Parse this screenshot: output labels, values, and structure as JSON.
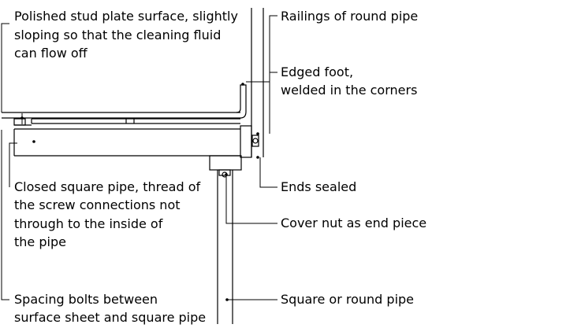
{
  "labels": {
    "stud_plate": [
      "Polished stud plate surface, slightly",
      "sloping so that the cleaning fluid",
      "can flow off"
    ],
    "railings": [
      "Railings of round pipe"
    ],
    "edged_foot": [
      "Edged foot,",
      "welded in the corners"
    ],
    "square_pipe_closed": [
      "Closed square pipe, thread of",
      "the screw connections not",
      "through to the inside of",
      "the pipe"
    ],
    "ends_sealed": [
      "Ends sealed"
    ],
    "cover_nut": [
      "Cover nut as end piece"
    ],
    "square_round_pipe": [
      "Square or round pipe"
    ],
    "spacing_bolts": [
      "Spacing bolts between",
      "surface sheet and square pipe"
    ]
  },
  "colors": {
    "line": "#000000",
    "leader": "#000000",
    "background": "#ffffff"
  }
}
